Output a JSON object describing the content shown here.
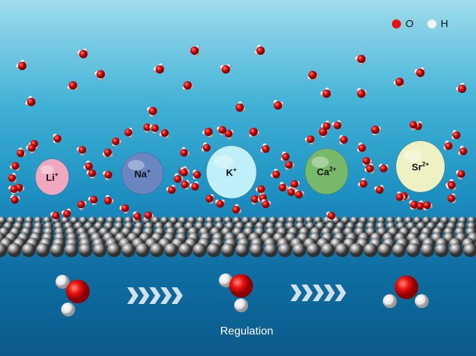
{
  "legend": [
    {
      "label": "O",
      "color": "#e81010"
    },
    {
      "label": "H",
      "color": "#f2f2f2"
    }
  ],
  "ions": [
    {
      "symbol": "Li",
      "charge": "+",
      "color": "#f0a8c0"
    },
    {
      "symbol": "Na",
      "charge": "+",
      "color": "#6a85bf"
    },
    {
      "symbol": "K",
      "charge": "+",
      "color": "#bfeff8"
    },
    {
      "symbol": "Ca",
      "charge": "2+",
      "color": "#78b86a"
    },
    {
      "symbol": "Sr",
      "charge": "2+",
      "color": "#eef2c2"
    }
  ],
  "caption": "Regulation",
  "colors": {
    "oxygen": "#e81010",
    "hydrogen": "#f2f2f2",
    "substrate": "#a8a8a8",
    "chevron": "#e8eef2"
  }
}
